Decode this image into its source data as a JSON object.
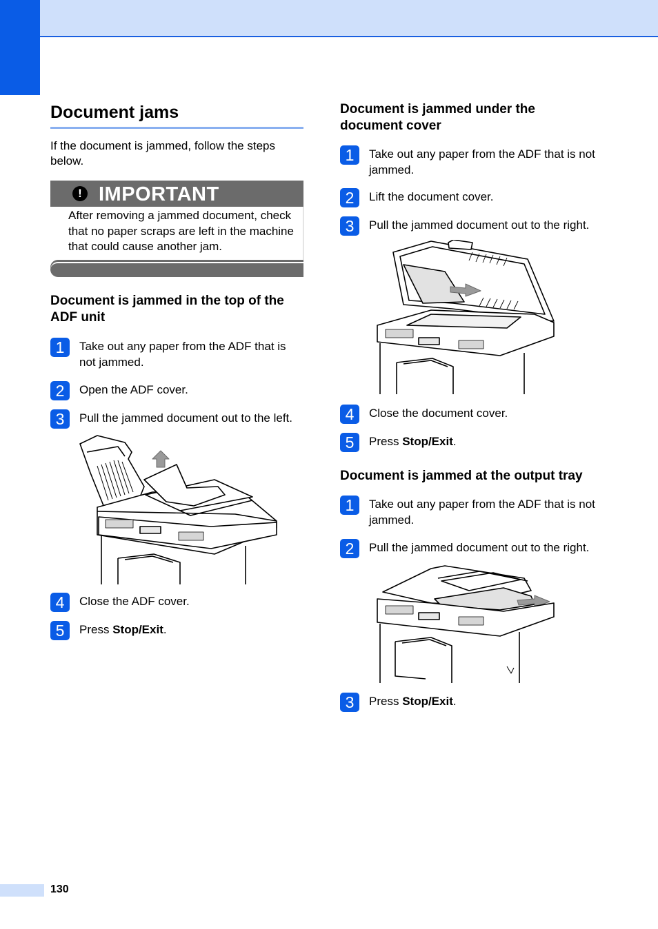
{
  "page": {
    "number": "130"
  },
  "left": {
    "title": "Document jams",
    "intro": "If the document is jammed, follow the steps below.",
    "important": {
      "label": "IMPORTANT",
      "icon": "exclamation-icon",
      "text": "After removing a jammed document, check that no paper scraps are left in the machine that could cause another jam."
    },
    "section": {
      "heading": "Document is jammed in the top of the ADF unit",
      "steps": [
        {
          "num": "1",
          "text": "Take out any paper from the ADF that is not jammed."
        },
        {
          "num": "2",
          "text": "Open the ADF cover."
        },
        {
          "num": "3",
          "text": "Pull the jammed document out to the left."
        },
        {
          "num": "4",
          "text": "Close the ADF cover."
        },
        {
          "num": "5",
          "text_prefix": "Press ",
          "text_bold": "Stop/Exit",
          "text_suffix": "."
        }
      ]
    }
  },
  "right": {
    "section1": {
      "heading": "Document is jammed under the document cover",
      "steps": [
        {
          "num": "1",
          "text": "Take out any paper from the ADF that is not jammed."
        },
        {
          "num": "2",
          "text": "Lift the document cover."
        },
        {
          "num": "3",
          "text": "Pull the jammed document out to the right."
        },
        {
          "num": "4",
          "text": "Close the document cover."
        },
        {
          "num": "5",
          "text_prefix": "Press ",
          "text_bold": "Stop/Exit",
          "text_suffix": "."
        }
      ]
    },
    "section2": {
      "heading": "Document is jammed at the output tray",
      "steps": [
        {
          "num": "1",
          "text": "Take out any paper from the ADF that is not jammed."
        },
        {
          "num": "2",
          "text": "Pull the jammed document out to the right."
        },
        {
          "num": "3",
          "text_prefix": "Press ",
          "text_bold": "Stop/Exit",
          "text_suffix": "."
        }
      ]
    }
  },
  "colors": {
    "accent_blue": "#0a5ce6",
    "band_light_blue": "#cfe0fb",
    "important_gray": "#6b6b6b"
  }
}
